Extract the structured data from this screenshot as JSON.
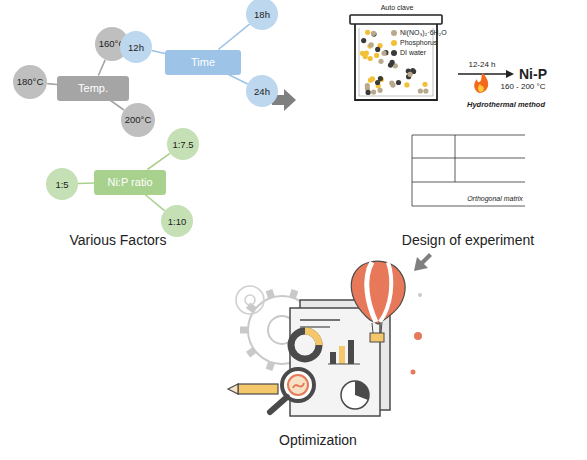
{
  "diagram": {
    "nodes": [
      {
        "text": [
          "Temp."
        ]
      },
      {
        "text": [
          "160°C"
        ]
      },
      {
        "text": [
          "180°C"
        ]
      },
      {
        "text": [
          "200°C"
        ]
      },
      {
        "text": [
          "Time"
        ]
      },
      {
        "text": [
          "18h"
        ]
      },
      {
        "text": [
          "12h"
        ]
      },
      {
        "text": [
          "24h"
        ]
      },
      {
        "text": [
          "Ni:P ratio"
        ]
      },
      {
        "text": [
          "1:7.5"
        ]
      },
      {
        "text": [
          "1:5"
        ]
      },
      {
        "text": [
          "1:10"
        ]
      }
    ],
    "edges": [
      {
        "from": 1,
        "to": 0,
        "arrow": "none"
      },
      {
        "from": 2,
        "to": 0,
        "arrow": "none"
      },
      {
        "from": 3,
        "to": 0,
        "arrow": "none"
      },
      {
        "from": 5,
        "to": 4,
        "arrow": "none"
      },
      {
        "from": 6,
        "to": 4,
        "arrow": "none"
      },
      {
        "from": 7,
        "to": 4,
        "arrow": "none"
      },
      {
        "from": 9,
        "to": 8,
        "arrow": "none"
      },
      {
        "from": 10,
        "to": 8,
        "arrow": "none"
      },
      {
        "from": 11,
        "to": 8,
        "arrow": "none"
      }
    ],
    "labels": [
      "Various Factors",
      "Auto clave",
      "12-24 h",
      "Ni-P",
      "160 - 200 °C",
      "Hydrothermal method",
      "Orthogonal matrix",
      "Design of experiment",
      "Optimization"
    ],
    "legend": [
      {
        "text": "Ni(NO₃)₂·6H₂O",
        "color": "#b9a98c"
      },
      {
        "text": "Phosphorus",
        "color": "#f2c037"
      },
      {
        "text": "DI water",
        "color": "#3a3a3a"
      }
    ]
  }
}
